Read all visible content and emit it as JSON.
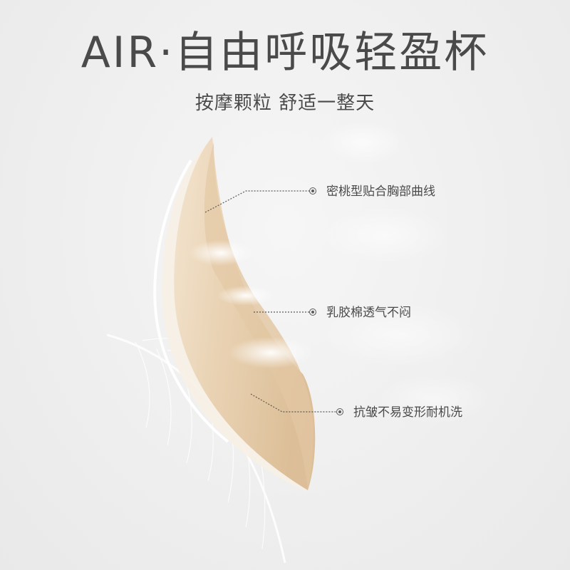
{
  "header": {
    "title": "AIR·自由呼吸轻盈杯",
    "subtitle": "按摩颗粒 舒适一整天"
  },
  "callouts": [
    {
      "label": "密桃型贴合胸部曲线"
    },
    {
      "label": "乳胶棉透气不闷"
    },
    {
      "label": "抗皱不易变形耐机洗"
    }
  ],
  "colors": {
    "background": "#f1f1f1",
    "pad": "#e9d3b6",
    "text": "#4a4a4a",
    "leader_line": "#5a5a5a"
  }
}
